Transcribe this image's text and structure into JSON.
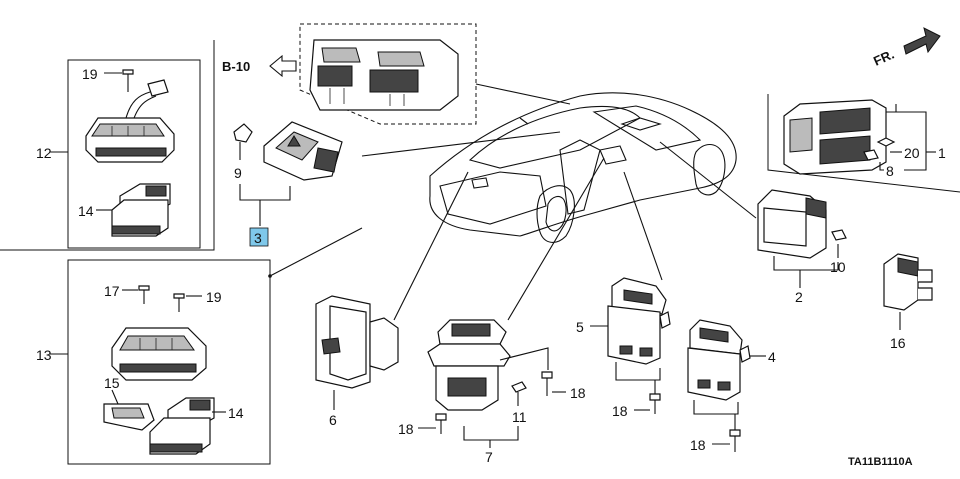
{
  "diagram": {
    "ref_label": "B-10",
    "direction_label": "FR.",
    "part_code": "TA11B1110A",
    "callouts": {
      "c1": "1",
      "c2": "2",
      "c3": "3",
      "c4": "4",
      "c5": "5",
      "c6": "6",
      "c7": "7",
      "c8": "8",
      "c9": "9",
      "c10": "10",
      "c11": "11",
      "c12": "12",
      "c13": "13",
      "c14a": "14",
      "c14b": "14",
      "c15": "15",
      "c16": "16",
      "c17": "17",
      "c18a": "18",
      "c18b": "18",
      "c18c": "18",
      "c18d": "18",
      "c19a": "19",
      "c19b": "19",
      "c20": "20"
    },
    "highlight_color": "#7fc8ea"
  }
}
